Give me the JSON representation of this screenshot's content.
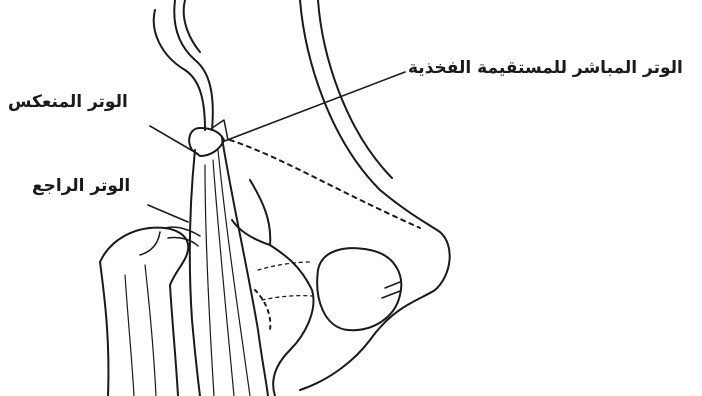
{
  "labels": {
    "direct_tendon": "الوتر المباشر للمستقيمة الفخذية",
    "reflected_tendon": "الوتر المنعكس",
    "recurrent_tendon": "الوتر الراجع"
  },
  "colors": {
    "ink": "#1a1a1a",
    "background": "#ffffff"
  }
}
